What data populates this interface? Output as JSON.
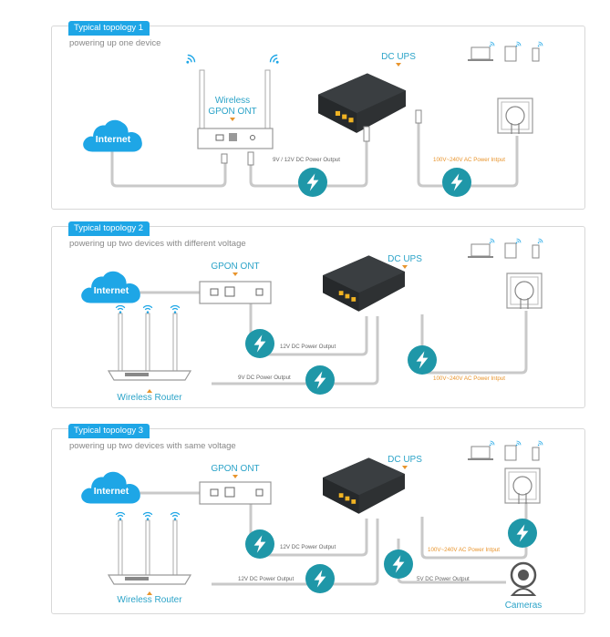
{
  "colors": {
    "tag_bg": "#1ea6e6",
    "accent_teal": "#1f97a8",
    "label_blue": "#2ba3c8",
    "cloud_blue": "#1ea6e6",
    "ac_orange": "#e8942c",
    "ups_body": "#2e3133",
    "port_yellow": "#f0b323"
  },
  "topologies": [
    {
      "tag": "Typical topology 1",
      "subtitle": "powering up one device",
      "cloud_label": "Internet",
      "device_label_line1": "Wireless",
      "device_label_line2": "GPON ONT",
      "ups_label": "DC UPS",
      "dc_output_label": "9V / 12V DC Power Output",
      "ac_input_label": "100V~240V AC Power Intput",
      "icons": [
        "wifi-icon",
        "laptop-icon",
        "tablet-icon",
        "phone-icon",
        "power-outlet-icon",
        "lightning-icon"
      ]
    },
    {
      "tag": "Typical topology 2",
      "subtitle": "powering up two devices with different voltage",
      "cloud_label": "Internet",
      "ont_label": "GPON ONT",
      "router_label": "Wireless Router",
      "ups_label": "DC UPS",
      "dc_output_1_label": "12V DC Power Output",
      "dc_output_2_label": "9V DC Power Output",
      "ac_input_label": "100V~240V AC Power Intput"
    },
    {
      "tag": "Typical topology 3",
      "subtitle": "powering up two devices with same voltage",
      "cloud_label": "Internet",
      "ont_label": "GPON ONT",
      "router_label": "Wireless Router",
      "ups_label": "DC UPS",
      "dc_output_1_label": "12V DC Power Output",
      "dc_output_2_label": "12V DC Power Output",
      "dc_output_3_label": "5V DC Power Output",
      "ac_input_label": "100V~240V AC Power Intput",
      "camera_label": "Cameras"
    }
  ]
}
